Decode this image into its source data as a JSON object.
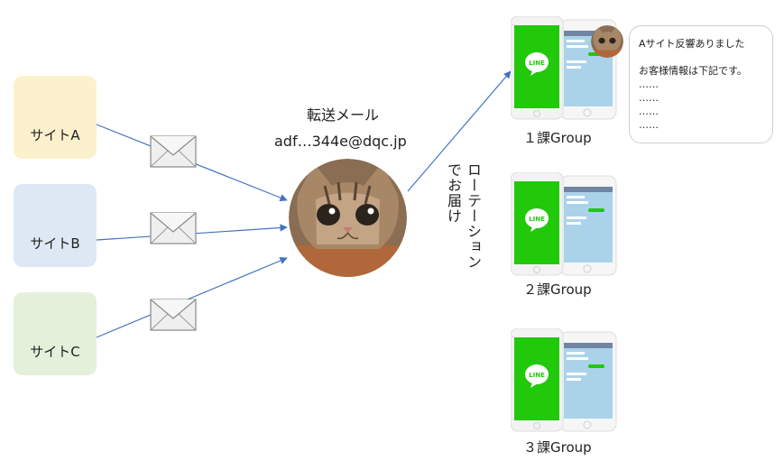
{
  "sites": {
    "a": "サイトA",
    "b": "サイトB",
    "c": "サイトC"
  },
  "transfer": {
    "title": "転送メール",
    "address": "adf…344e@dqc.jp"
  },
  "rotation": {
    "col1": "ローテーション",
    "col2": "でお届け"
  },
  "groups": {
    "g1": "１課Group",
    "g2": "２課Group",
    "g3": "３課Group"
  },
  "phone_app_label": "LINE",
  "bubble": {
    "line1": "Aサイト反響ありました",
    "line2": "",
    "line3": "お客様情報は下記です。",
    "line4": "……",
    "line5": "……",
    "line6": "……",
    "line7": "……"
  },
  "colors": {
    "line_green": "#22c80a",
    "arrow_blue": "#4472c4"
  }
}
